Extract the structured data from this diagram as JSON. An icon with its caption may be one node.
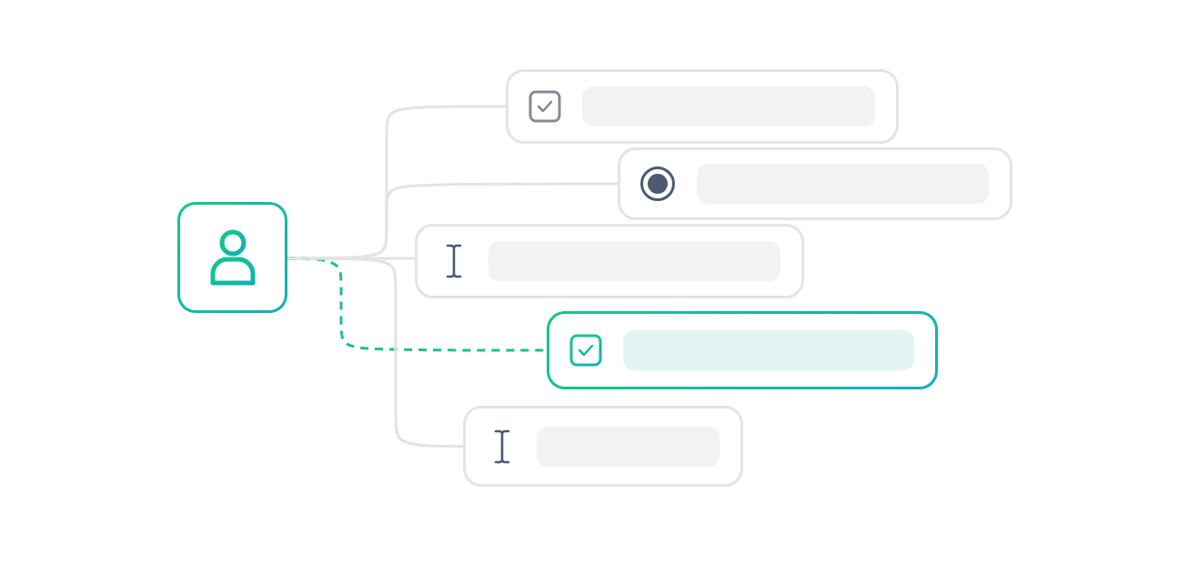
{
  "diagram": {
    "nodes": [
      {
        "text": [],
        "shape": "box"
      },
      {
        "text": [],
        "shape": "box"
      },
      {
        "text": [],
        "shape": "box"
      },
      {
        "text": [],
        "shape": "box"
      },
      {
        "text": [],
        "shape": "box"
      },
      {
        "text": [],
        "shape": "box"
      }
    ],
    "edges": [
      {
        "from": 0,
        "to": 1,
        "arrow": "none"
      },
      {
        "from": 0,
        "to": 2,
        "arrow": "none"
      },
      {
        "from": 0,
        "to": 3,
        "arrow": "none"
      },
      {
        "from": 0,
        "to": 4,
        "arrow": "none",
        "style": "dashed",
        "color": "#1cbf96"
      },
      {
        "from": 0,
        "to": 5,
        "arrow": "none"
      }
    ]
  }
}
